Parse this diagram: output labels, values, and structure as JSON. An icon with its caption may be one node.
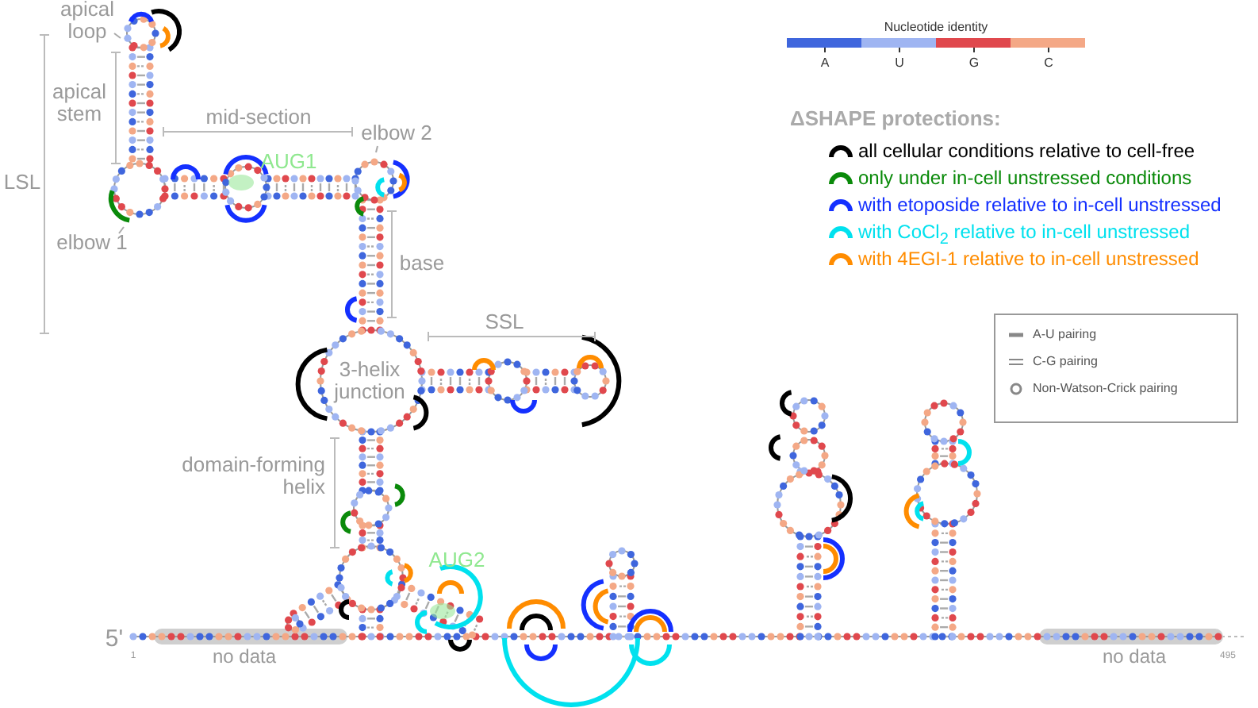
{
  "diagram": {
    "nodes": [
      {
        "text": [
          "apical loop"
        ]
      },
      {
        "text": [
          "elbow 1"
        ]
      },
      {
        "text": [
          "elbow 2"
        ]
      }
    ],
    "edges": [
      {
        "from": 0,
        "to": null,
        "arrow": "none"
      },
      {
        "from": 1,
        "to": null,
        "arrow": "none"
      },
      {
        "from": 2,
        "to": null,
        "arrow": "none"
      }
    ],
    "labels": [
      "apical stem",
      "mid-section",
      "LSL",
      "AUG1",
      "base",
      "SSL",
      "3-helix junction",
      "domain-forming helix",
      "AUG2",
      "5'",
      "1",
      "no data",
      "no data",
      "495",
      "Nucleotide identity",
      "ΔSHAPE protections:"
    ],
    "legend": [
      {
        "text": "A",
        "color": "#3f66dd"
      },
      {
        "text": "U",
        "color": "#9fb5f2"
      },
      {
        "text": "G",
        "color": "#e0484d"
      },
      {
        "text": "C",
        "color": "#f4a886"
      },
      {
        "text": "all cellular conditions relative to cell-free",
        "color": "#000000"
      },
      {
        "text": "only under in-cell unstressed conditions",
        "color": "#0a8a0a"
      },
      {
        "text": "with etoposide relative to in-cell unstressed",
        "color": "#1430ff"
      },
      {
        "text": "with CoCl$_{2}$ relative to in-cell unstressed",
        "color": "#00e1ee"
      },
      {
        "text": "with 4EGI-1 relative to in-cell unstressed",
        "color": "#ff8c00"
      },
      {
        "text": "A-U pairing"
      },
      {
        "text": "C-G pairing"
      },
      {
        "text": "Non-Watson-Crick pairing"
      }
    ]
  }
}
